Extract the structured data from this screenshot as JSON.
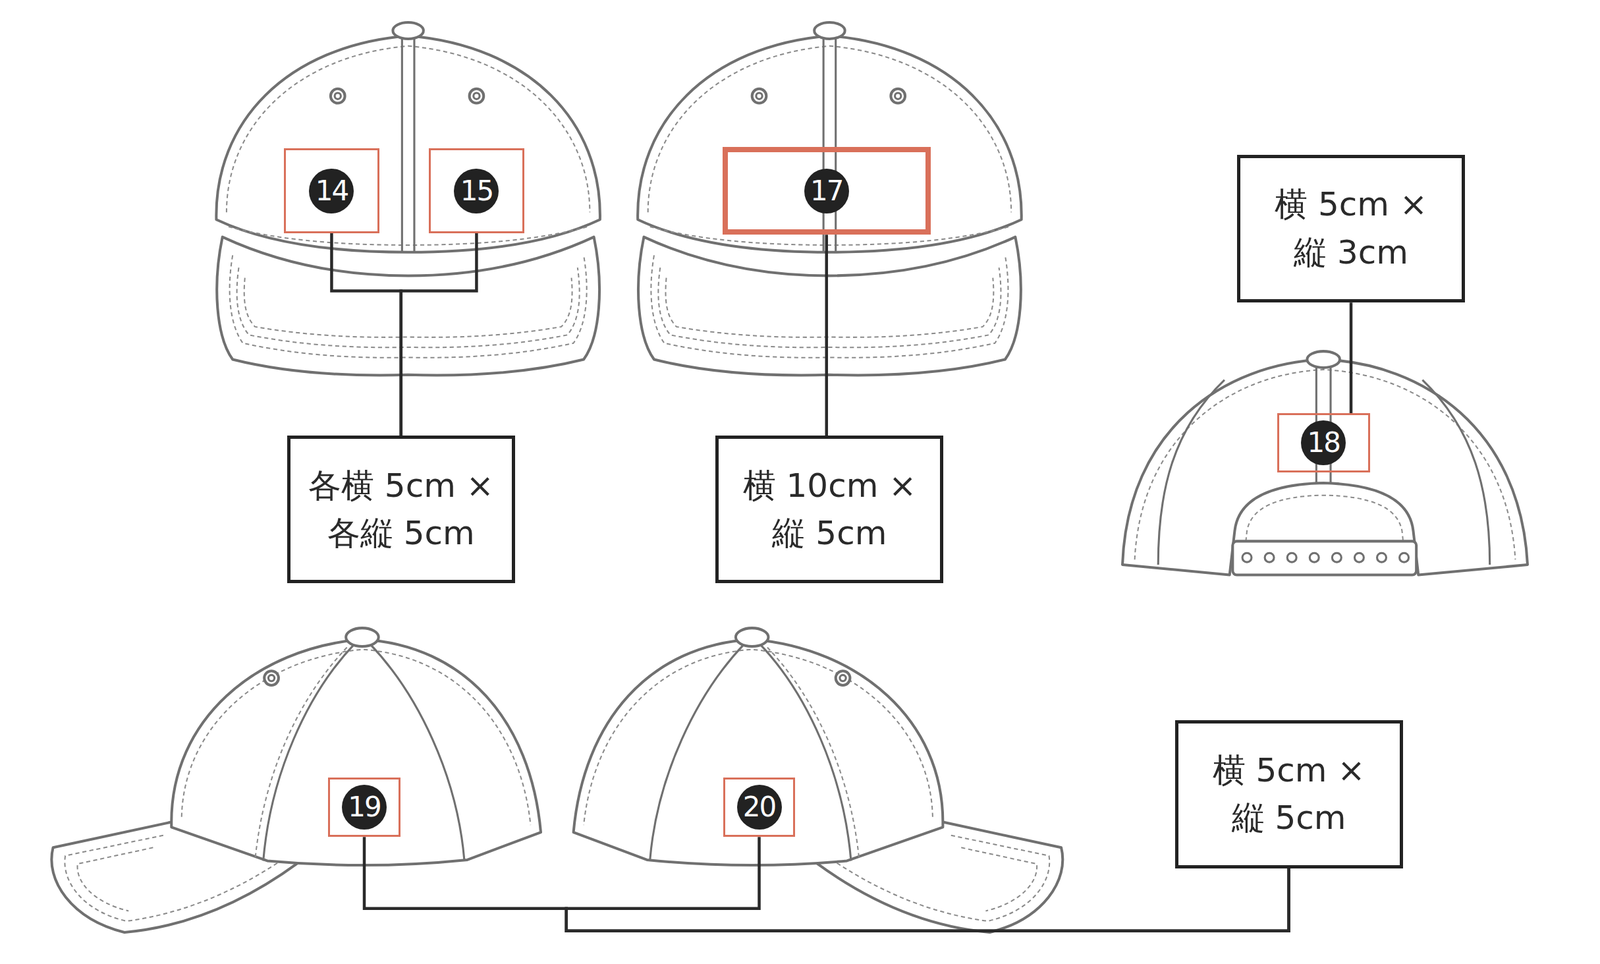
{
  "diagram": {
    "nodes": [
      {
        "text": [
          "14"
        ]
      },
      {
        "text": [
          "15"
        ]
      },
      {
        "text": [
          "17"
        ]
      },
      {
        "text": [
          "横 5cm × 縦 3cm"
        ]
      },
      {
        "text": [
          "18"
        ]
      },
      {
        "text": [
          "各横 5cm × 各縦 5cm"
        ]
      },
      {
        "text": [
          "横 10cm × 縦 5cm"
        ]
      },
      {
        "text": [
          "19"
        ]
      },
      {
        "text": [
          "20"
        ]
      },
      {
        "text": [
          "横 5cm × 縦 5cm"
        ]
      }
    ],
    "edges": [
      {
        "from": 0,
        "to": 5,
        "arrow": "none"
      },
      {
        "from": 1,
        "to": 5,
        "arrow": "none"
      },
      {
        "from": 2,
        "to": 6,
        "arrow": "none"
      },
      {
        "from": 4,
        "to": 3,
        "arrow": "none"
      },
      {
        "from": 7,
        "to": 9,
        "arrow": "none"
      },
      {
        "from": 8,
        "to": 9,
        "arrow": "none"
      }
    ]
  }
}
